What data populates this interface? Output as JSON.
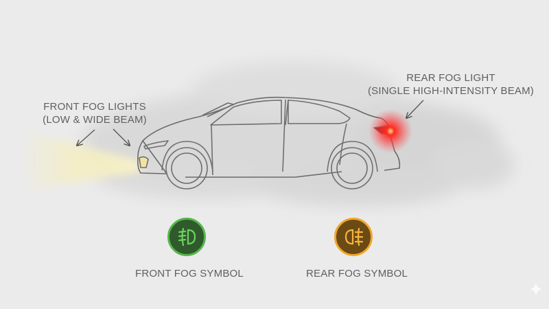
{
  "diagram": {
    "front_fog": {
      "label_line1": "FRONT FOG LIGHTS",
      "label_line2": "(LOW & WIDE BEAM)",
      "beam_color": "#f5ecb0"
    },
    "rear_fog": {
      "label_line1": "REAR FOG LIGHT",
      "label_line2": "(SINGLE HIGH-INTENSITY BEAM)",
      "glow_color": "#ff2a2a"
    },
    "symbols": {
      "front": {
        "caption": "FRONT FOG SYMBOL",
        "icon": "front-fog-icon",
        "fill": "#2f5a2c",
        "accent": "#56b64a"
      },
      "rear": {
        "caption": "REAR FOG SYMBOL",
        "icon": "rear-fog-icon",
        "fill": "#6b4a14",
        "accent": "#f0a72c"
      }
    },
    "corner_mark": {
      "icon": "sparkle-icon"
    }
  }
}
